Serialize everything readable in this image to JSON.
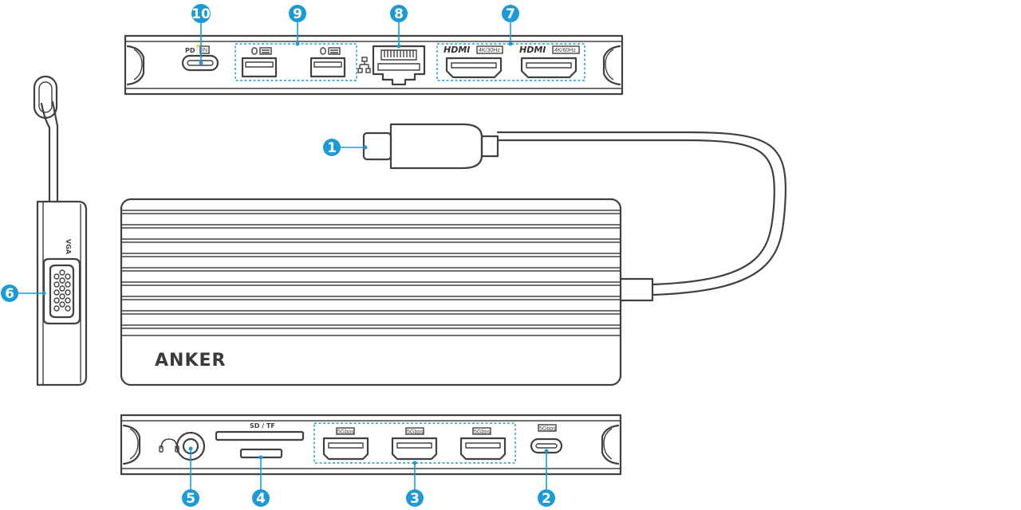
{
  "brand": "ANKER",
  "callouts": [
    "1",
    "2",
    "3",
    "4",
    "5",
    "6",
    "7",
    "8",
    "9",
    "10"
  ],
  "top_panel": {
    "pd_label": "PD",
    "pd_in_label": "IN",
    "hdmi_logo": "HDMI",
    "hdmi_1_spec": "4K/30Hz",
    "hdmi_2_spec": "4K/60Hz"
  },
  "bottom_panel": {
    "card_slot_label": "SD / TF",
    "usb_a_speed": "5Gbps",
    "usb_c_speed": "5Gbps"
  },
  "side_panel": {
    "vga_label": "VGA"
  },
  "colors": {
    "accent": "#1a9bd7",
    "outline": "#404040"
  }
}
